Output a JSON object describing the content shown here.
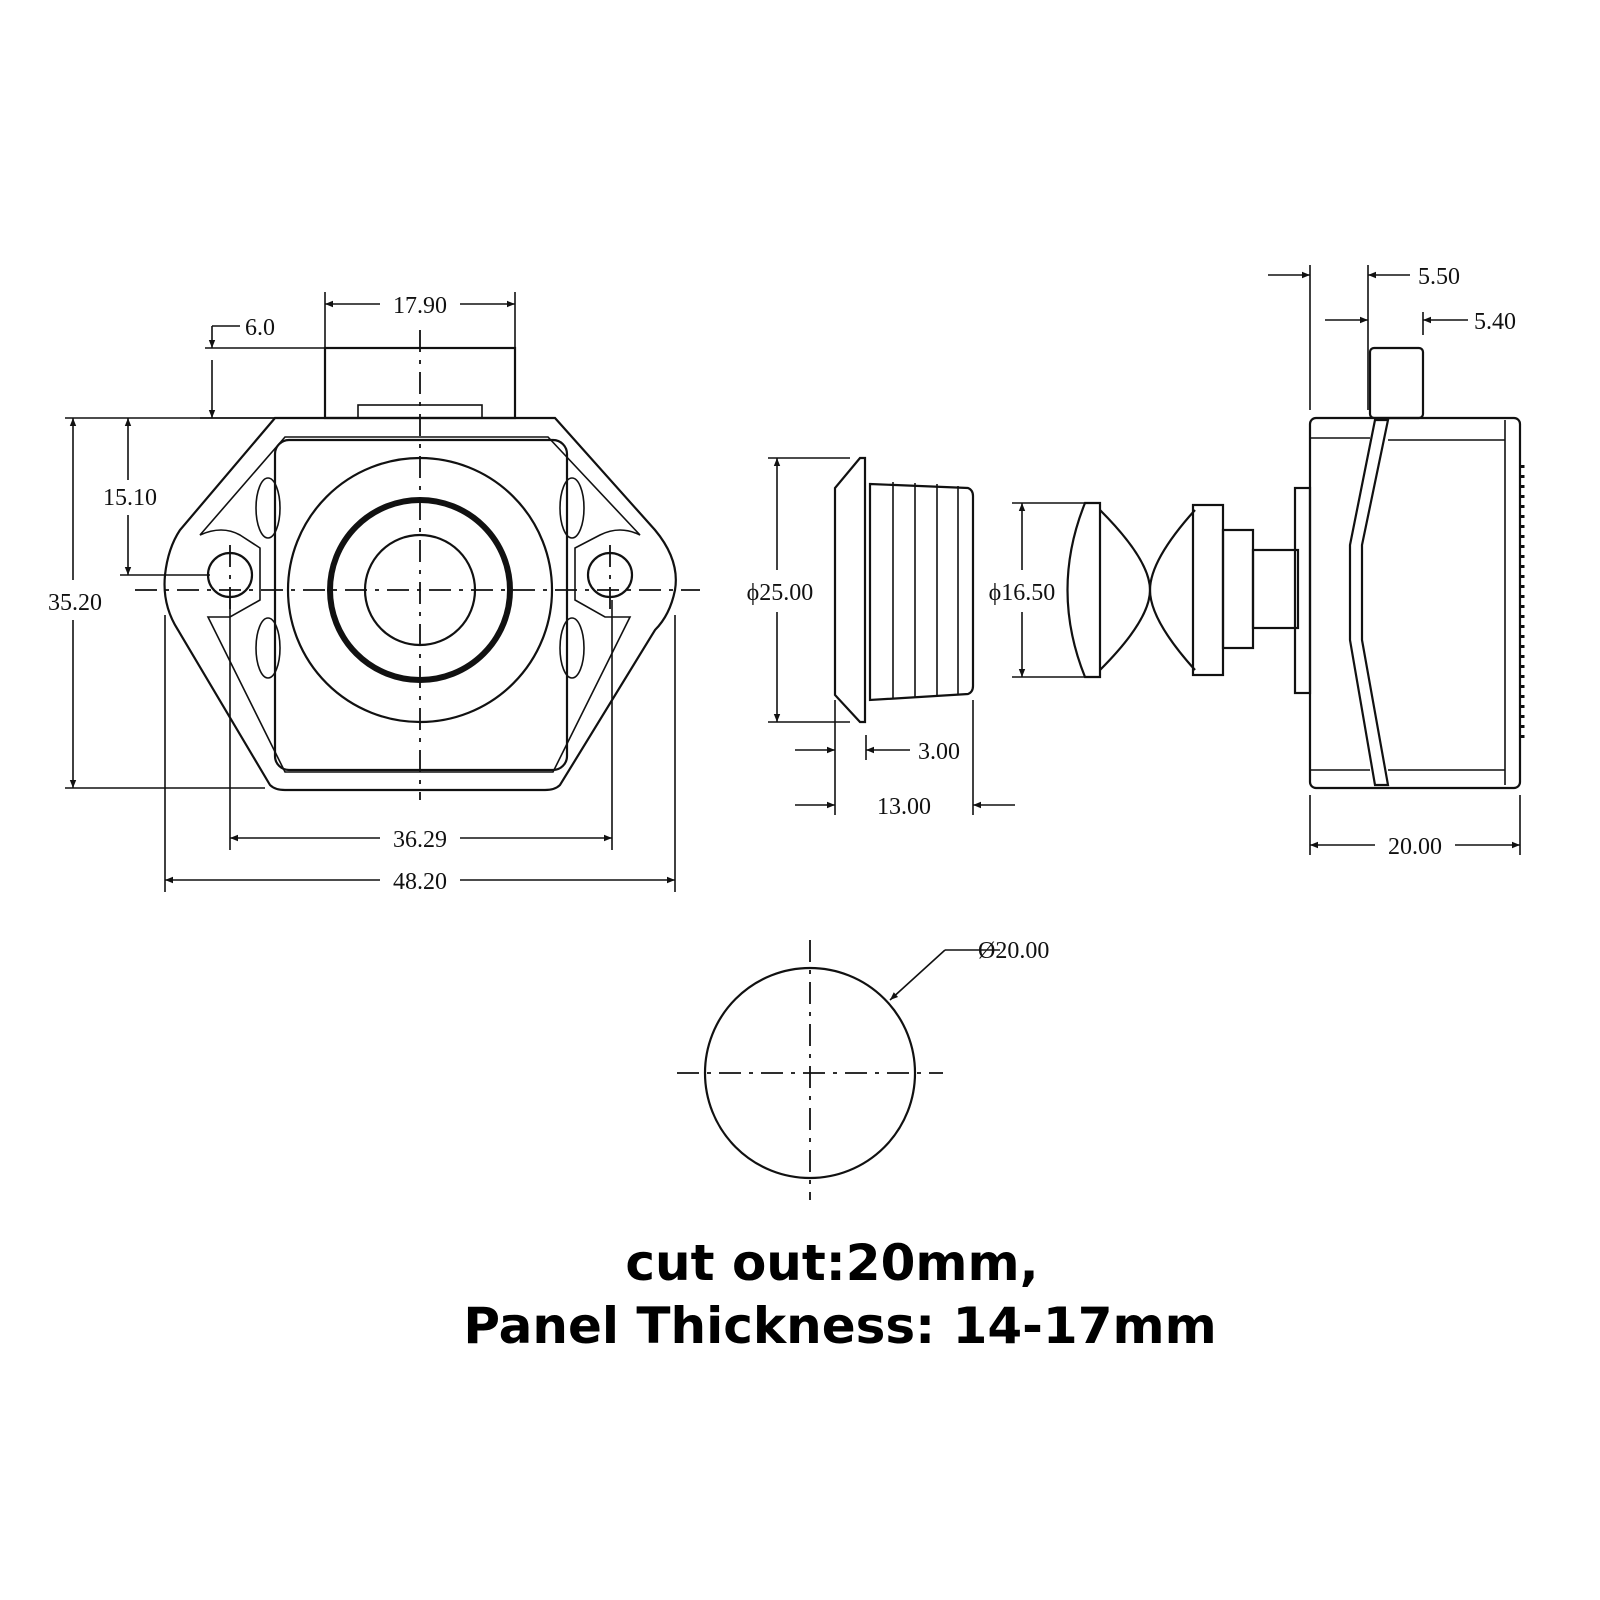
{
  "front_view": {
    "dims": {
      "top_tab_width": "17.90",
      "tab_height": "6.0",
      "hole_offset": "15.10",
      "height": "35.20",
      "hole_spacing": "36.29",
      "overall_width": "48.20"
    }
  },
  "grommet_view": {
    "dims": {
      "diameter": "ϕ25.00",
      "flange": "3.00",
      "length": "13.00"
    }
  },
  "button_view": {
    "dims": {
      "diameter": "ϕ16.50"
    }
  },
  "side_view": {
    "dims": {
      "offset_a": "5.50",
      "offset_b": "5.40",
      "depth": "20.00"
    }
  },
  "cutout_view": {
    "dims": {
      "diameter": "Ø20.00"
    }
  },
  "caption": {
    "line1": "cut out:20mm,",
    "line2": "Panel Thickness: 14-17mm"
  }
}
